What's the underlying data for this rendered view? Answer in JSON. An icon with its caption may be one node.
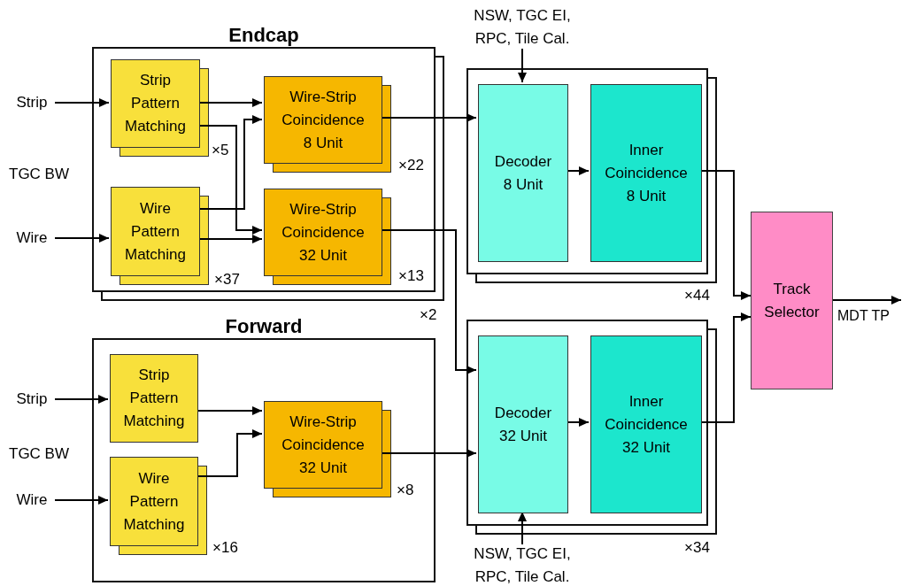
{
  "diagram": {
    "nodes": [
      {
        "text": [
          "Endcap"
        ],
        "beside": [
          "×2"
        ]
      },
      {
        "text": [
          "Strip Pattern Matching"
        ],
        "in": 0,
        "beside": [
          "×5"
        ]
      },
      {
        "text": [
          "Wire Pattern Matching"
        ],
        "in": 0,
        "beside": [
          "×37"
        ]
      },
      {
        "text": [
          "Wire-Strip Coincidence 8 Unit"
        ],
        "in": 0,
        "beside": [
          "×22"
        ]
      },
      {
        "text": [
          "Wire-Strip Coincidence 32 Unit"
        ],
        "in": 0,
        "beside": [
          "×13"
        ]
      },
      {
        "text": [
          "Forward"
        ]
      },
      {
        "text": [
          "Strip Pattern Matching"
        ],
        "in": 5
      },
      {
        "text": [
          "Wire Pattern Matching"
        ],
        "in": 5,
        "beside": [
          "×16"
        ]
      },
      {
        "text": [
          "Wire-Strip Coincidence 32 Unit"
        ],
        "in": 5,
        "beside": [
          "×8"
        ]
      },
      {
        "text": [],
        "shape": "box",
        "beside": [
          "×44"
        ]
      },
      {
        "text": [
          "Decoder 8 Unit"
        ],
        "in": 9
      },
      {
        "text": [
          "Inner Coincidence 8 Unit"
        ],
        "in": 9
      },
      {
        "text": [],
        "shape": "box",
        "beside": [
          "×34"
        ]
      },
      {
        "text": [
          "Decoder 32 Unit"
        ],
        "in": 12
      },
      {
        "text": [
          "Inner Coincidence 32 Unit"
        ],
        "in": 12
      },
      {
        "text": [
          "Track Selector"
        ]
      },
      {
        "text": [
          "Strip"
        ]
      },
      {
        "text": [
          "Wire"
        ]
      },
      {
        "text": [
          "Strip"
        ]
      },
      {
        "text": [
          "Wire"
        ]
      },
      {
        "text": [
          "NSW, TGC EI, RPC, Tile Cal."
        ]
      },
      {
        "text": [
          "NSW, TGC EI, RPC, Tile Cal."
        ]
      }
    ],
    "edges": [
      {
        "from": 16,
        "to": 1,
        "arrow": "to"
      },
      {
        "from": 17,
        "to": 2,
        "arrow": "to"
      },
      {
        "from": 1,
        "to": 3,
        "arrow": "to"
      },
      {
        "from": 1,
        "to": 4,
        "arrow": "to"
      },
      {
        "from": 2,
        "to": 3,
        "arrow": "to"
      },
      {
        "from": 2,
        "to": 4,
        "arrow": "to"
      },
      {
        "from": 3,
        "to": 10,
        "arrow": "to"
      },
      {
        "from": 4,
        "to": 13,
        "arrow": "to"
      },
      {
        "from": 18,
        "to": 6,
        "arrow": "to"
      },
      {
        "from": 19,
        "to": 7,
        "arrow": "to"
      },
      {
        "from": 6,
        "to": 8,
        "arrow": "to"
      },
      {
        "from": 7,
        "to": 8,
        "arrow": "to"
      },
      {
        "from": 8,
        "to": 13,
        "arrow": "to"
      },
      {
        "from": 10,
        "to": 11,
        "arrow": "to"
      },
      {
        "from": 13,
        "to": 14,
        "arrow": "to"
      },
      {
        "from": 11,
        "to": 15,
        "arrow": "to"
      },
      {
        "from": 14,
        "to": 15,
        "arrow": "to"
      },
      {
        "from": 20,
        "to": 10,
        "arrow": "to"
      },
      {
        "from": 21,
        "to": 13,
        "arrow": "to"
      },
      {
        "from": 15,
        "to": null,
        "arrow": "to",
        "label": "MDT TP"
      }
    ],
    "labels": [
      "TGC BW",
      "TGC BW"
    ]
  }
}
